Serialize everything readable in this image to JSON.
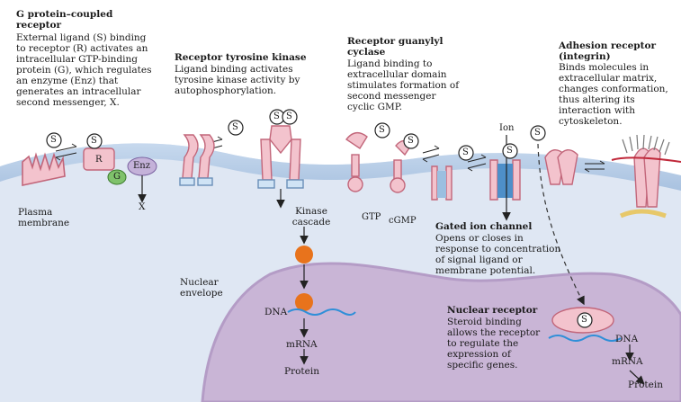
{
  "receptors": {
    "gpcr": {
      "title": "G protein–coupled receptor",
      "desc": "External ligand (S) binding to receptor (R) activates an intracellular GTP-binding protein (G), which regulates an enzyme (Enz) that generates an intracellular second messenger, X."
    },
    "rtk": {
      "title": "Receptor tyrosine kinase",
      "desc": "Ligand binding activates tyrosine kinase activity by autophosphorylation."
    },
    "guanylyl": {
      "title": "Receptor guanylyl cyclase",
      "desc": "Ligand binding to extracellular domain stimulates formation of second messenger cyclic GMP."
    },
    "integrin": {
      "title": "Adhesion receptor (integrin)",
      "desc": "Binds molecules in extracellular matrix, changes conformation, thus altering its interaction with cytoskeleton."
    },
    "ion_channel": {
      "title": "Gated ion channel",
      "desc": "Opens or closes in response to concentration of signal ligand or membrane potential."
    },
    "nuclear": {
      "title": "Nuclear receptor",
      "desc": "Steroid binding allows the receptor to regulate the expression of specific genes."
    }
  },
  "labels": {
    "plasma_membrane": "Plasma membrane",
    "nuclear_envelope": "Nuclear envelope",
    "ligand": "S",
    "receptor": "R",
    "g_protein": "G",
    "enzyme": "Enz",
    "second_messenger": "X",
    "kinase_cascade": "Kinase cascade",
    "dna": "DNA",
    "mrna": "mRNA",
    "protein": "Protein",
    "gtp": "GTP",
    "cgmp": "cGMP",
    "ion": "Ion"
  },
  "colors": {
    "cytoplasm": "#dfe7f3",
    "membrane": "#b7cde6",
    "nucleus": "#c9b5d6",
    "receptor": "#f3c3cd",
    "kinase": "#cfe3f5",
    "cascade_dot": "#e8731c",
    "dna": "#2f8fd8",
    "g_protein": "#7fc26b",
    "enzyme": "#c4b2d9"
  }
}
